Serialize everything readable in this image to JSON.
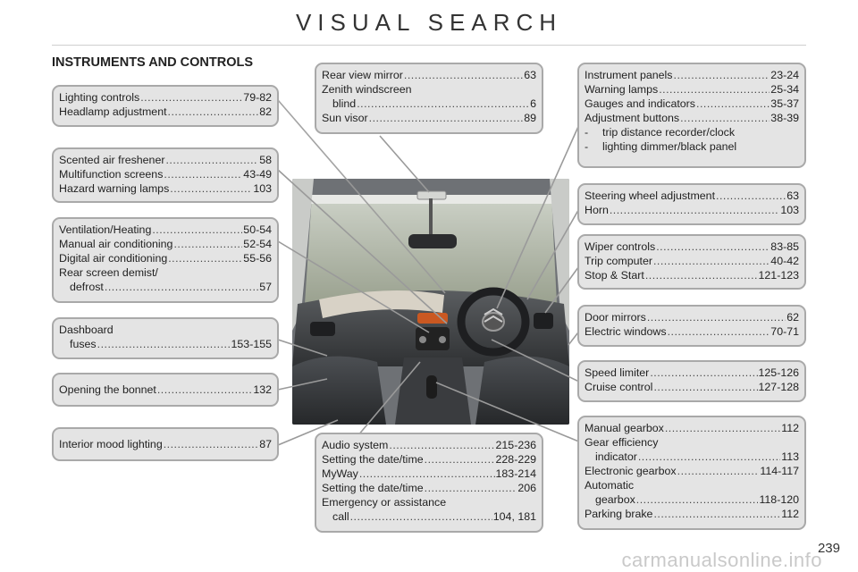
{
  "page": {
    "title": "VISUAL SEARCH",
    "section": "INSTRUMENTS AND CONTROLS",
    "page_number": "239",
    "watermark": "carmanualsonline.info"
  },
  "boxes": {
    "lighting": [
      {
        "label": "Lighting controls",
        "page": "79-82"
      },
      {
        "label": "Headlamp adjustment",
        "page": "82"
      }
    ],
    "scented": [
      {
        "label": "Scented air freshener",
        "page": "58"
      },
      {
        "label": "Multifunction screens",
        "page": "43-49"
      },
      {
        "label": "Hazard warning lamps",
        "page": "103"
      }
    ],
    "ventilation": [
      {
        "label": "Ventilation/Heating",
        "page": "50-54"
      },
      {
        "label": "Manual air conditioning",
        "page": "52-54"
      },
      {
        "label": "Digital air conditioning",
        "page": "55-56"
      },
      {
        "label1": "Rear screen demist/",
        "label2": "defrost",
        "page": "57"
      }
    ],
    "dashboard": [
      {
        "label1": "Dashboard",
        "label2": "fuses",
        "page": "153-155"
      }
    ],
    "bonnet": [
      {
        "label": "Opening the bonnet",
        "page": "132"
      }
    ],
    "mood": [
      {
        "label": "Interior mood lighting",
        "page": "87"
      }
    ],
    "mirror": [
      {
        "label": "Rear view mirror",
        "page": "63"
      },
      {
        "label1": "Zenith windscreen",
        "label2": "blind",
        "page": "6"
      },
      {
        "label": "Sun visor",
        "page": "89"
      }
    ],
    "audio": [
      {
        "label": "Audio system",
        "page": "215-236"
      },
      {
        "label": "Setting the date/time",
        "page": "228-229"
      },
      {
        "label": "MyWay",
        "page": "183-214"
      },
      {
        "label": "Setting the date/time",
        "page": "206"
      },
      {
        "label1": "Emergency or assistance",
        "label2": "call",
        "page": "104, 181"
      }
    ],
    "instruments": [
      {
        "label": "Instrument panels",
        "page": "23-24"
      },
      {
        "label": "Warning lamps",
        "page": "25-34"
      },
      {
        "label": "Gauges and indicators",
        "page": "35-37"
      },
      {
        "label": "Adjustment buttons",
        "page": "38-39"
      }
    ],
    "instrument_bullets": [
      "trip distance recorder/clock",
      "lighting dimmer/black panel"
    ],
    "steering": [
      {
        "label": "Steering wheel adjustment",
        "page": "63"
      },
      {
        "label": "Horn",
        "page": "103"
      }
    ],
    "wiper": [
      {
        "label": "Wiper controls",
        "page": "83-85"
      },
      {
        "label": "Trip computer",
        "page": "40-42"
      },
      {
        "label": "Stop & Start",
        "page": "121-123"
      }
    ],
    "door": [
      {
        "label": "Door mirrors",
        "page": "62"
      },
      {
        "label": "Electric windows",
        "page": "70-71"
      }
    ],
    "speed": [
      {
        "label": "Speed limiter",
        "page": "125-126"
      },
      {
        "label": "Cruise control",
        "page": "127-128"
      }
    ],
    "gearbox": [
      {
        "label": "Manual gearbox",
        "page": "112"
      },
      {
        "label1": "Gear efficiency",
        "label2": "indicator",
        "page": "113"
      },
      {
        "label": "Electronic gearbox",
        "page": "114-117"
      },
      {
        "label1": "Automatic",
        "label2": "gearbox",
        "page": "118-120"
      },
      {
        "label": "Parking brake",
        "page": "112"
      }
    ]
  },
  "colors": {
    "box_fill": "#e4e4e4",
    "box_border": "#a9a9a9",
    "leader": "#9a9a9a"
  }
}
